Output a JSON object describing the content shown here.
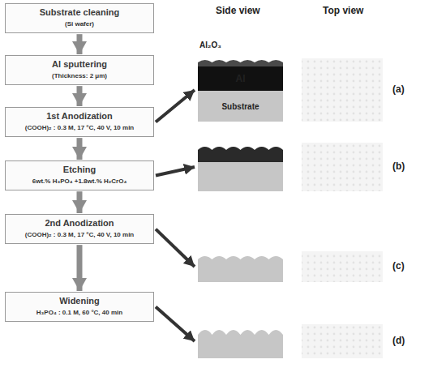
{
  "diagram": {
    "nodes": [
      {
        "text": [
          "Substrate cleaning",
          "(Si wafer)"
        ]
      },
      {
        "text": [
          "Al sputtering",
          "(Thickness: 2 μm)"
        ]
      },
      {
        "text": [
          "1st Anodization",
          "(COOH)₂ : 0.3 M, 17 °C, 40 V, 10 min"
        ]
      },
      {
        "text": [
          "Etching",
          "6wt.% H₃PO₄ +1.8wt.% H₂CrO₄"
        ]
      },
      {
        "text": [
          "2nd Anodization",
          "(COOH)₂ : 0.3 M, 17 °C, 40 V, 10 min"
        ]
      },
      {
        "text": [
          "Widening",
          "H₃PO₄ : 0.1 M, 60 °C, 40 min"
        ]
      },
      {
        "text": [
          "(a)"
        ]
      },
      {
        "text": [
          "Al"
        ],
        "in": 6
      },
      {
        "text": [
          "Substrate"
        ],
        "in": 6
      },
      {
        "text": [
          "(b)"
        ]
      },
      {
        "text": [
          "(c)"
        ]
      },
      {
        "text": [
          "(d)"
        ]
      }
    ],
    "edges": [
      {
        "from": 0,
        "to": 1,
        "arrow": "to"
      },
      {
        "from": 1,
        "to": 2,
        "arrow": "to"
      },
      {
        "from": 2,
        "to": 3,
        "arrow": "to"
      },
      {
        "from": 3,
        "to": 4,
        "arrow": "to"
      },
      {
        "from": 4,
        "to": 5,
        "arrow": "to"
      },
      {
        "from": 2,
        "to": 6,
        "arrow": "to"
      },
      {
        "from": 3,
        "to": 9,
        "arrow": "to"
      },
      {
        "from": 4,
        "to": 10,
        "arrow": "to"
      },
      {
        "from": 5,
        "to": 11,
        "arrow": "to"
      }
    ],
    "labels": [
      "Side view",
      "Top view",
      "Al₂O₃"
    ]
  }
}
